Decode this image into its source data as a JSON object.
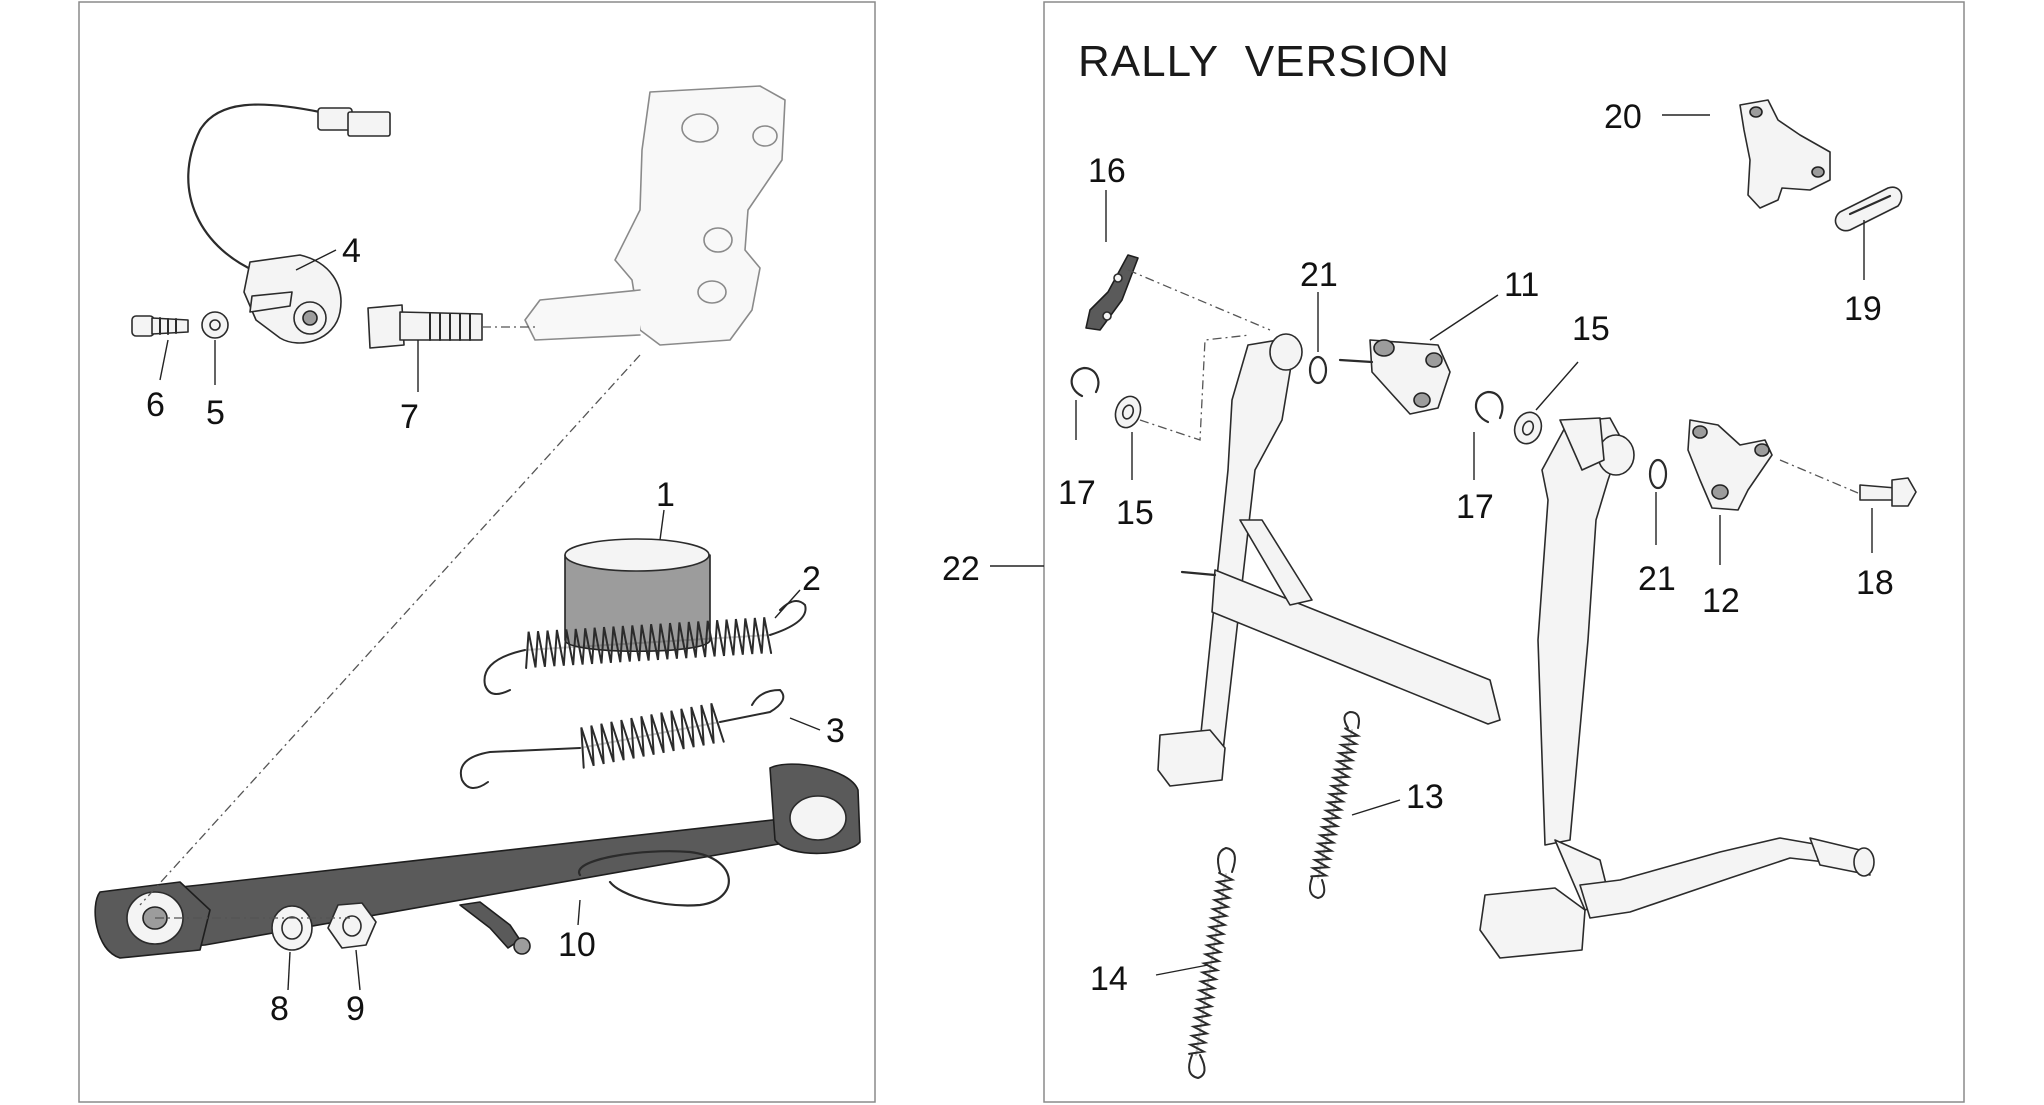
{
  "right_panel": {
    "title": "RALLY  VERSION"
  },
  "callouts": {
    "c1": "1",
    "c2": "2",
    "c3": "3",
    "c4": "4",
    "c5": "5",
    "c6": "6",
    "c7": "7",
    "c8": "8",
    "c9": "9",
    "c10": "10",
    "c11": "11",
    "c12": "12",
    "c13": "13",
    "c14": "14",
    "c15a": "15",
    "c15b": "15",
    "c16": "16",
    "c17a": "17",
    "c17b": "17",
    "c18": "18",
    "c19": "19",
    "c20": "20",
    "c21a": "21",
    "c21b": "21",
    "c22": "22"
  }
}
